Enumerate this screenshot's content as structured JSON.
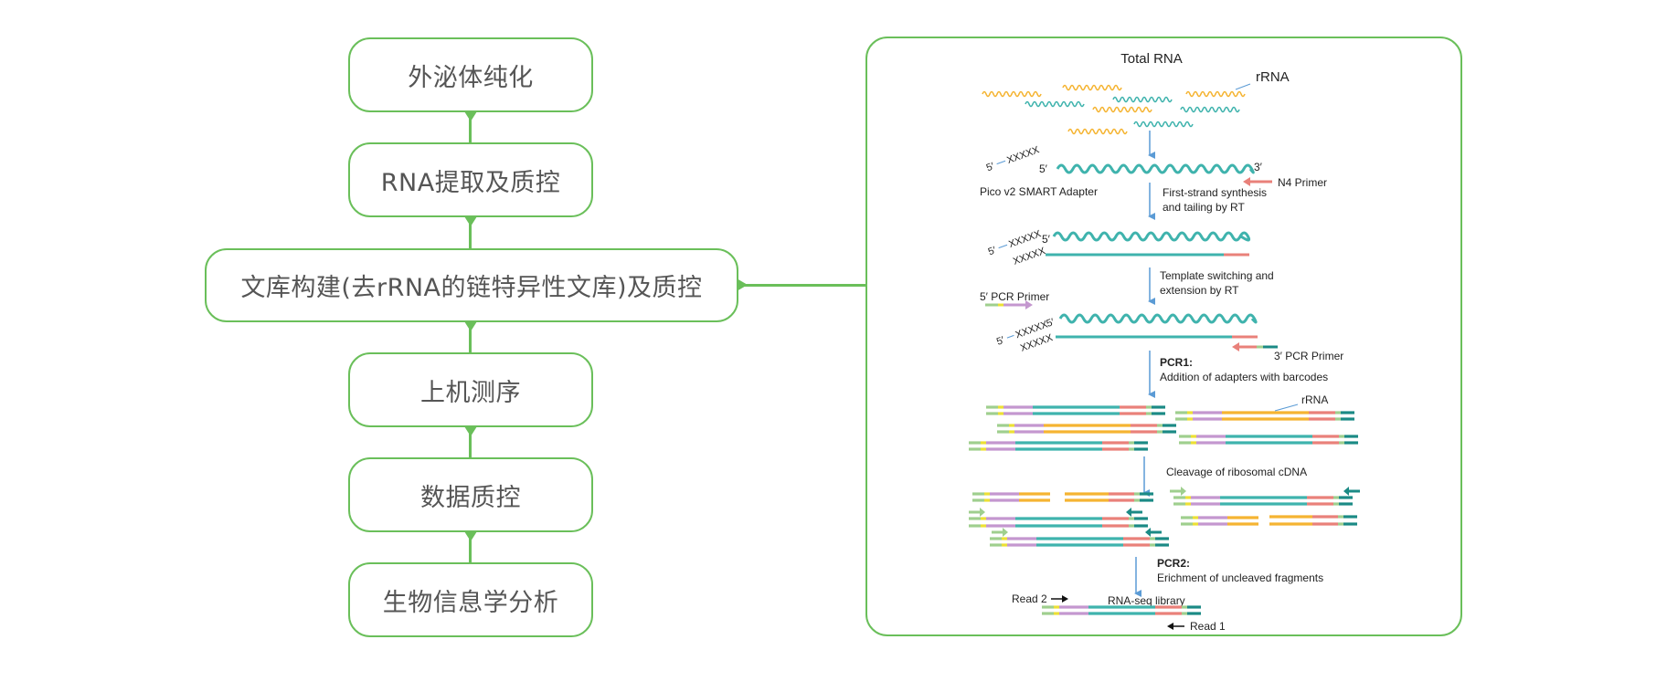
{
  "flowchart": {
    "steps": [
      {
        "label": "外泌体纯化"
      },
      {
        "label": "RNA提取及质控"
      },
      {
        "label": "文库构建(去rRNA的链特异性文库)及质控"
      },
      {
        "label": "上机测序"
      },
      {
        "label": "数据质控"
      },
      {
        "label": "生物信息学分析"
      }
    ],
    "accent_color": "#6abf5a",
    "text_color": "#555555"
  },
  "detail_panel": {
    "title": "Total RNA",
    "labels": {
      "rrna_top": "rRNA",
      "five_prime": "5′",
      "three_prime": "3′",
      "adapter_seq": "XXXXX",
      "adapter_name": "Pico v2 SMART Adapter",
      "n4_primer": "N4 Primer",
      "step1": [
        "First-strand synthesis",
        "and tailing by RT"
      ],
      "step2": [
        "Template switching and",
        "extension by RT"
      ],
      "pcr5_primer": "5′ PCR Primer",
      "pcr3_primer": "3′ PCR Primer",
      "pcr1_title": "PCR1:",
      "pcr1_desc": "Addition of adapters with barcodes",
      "rrna_mid": "rRNA",
      "cleavage": "Cleavage of ribosomal cDNA",
      "pcr2_title": "PCR2:",
      "pcr2_desc": "Erichment of uncleaved fragments",
      "read2": "Read 2",
      "read1": "Read 1",
      "library": "RNA-seq library"
    },
    "colors": {
      "teal": "#3fb3ad",
      "orange": "#f5b432",
      "salmon": "#e9817a",
      "lilac": "#c497cf",
      "lightgreen": "#9fcf8e",
      "yellow": "#ece035",
      "darkteal": "#1b8a85",
      "arrow_blue": "#5b9bd5"
    }
  }
}
